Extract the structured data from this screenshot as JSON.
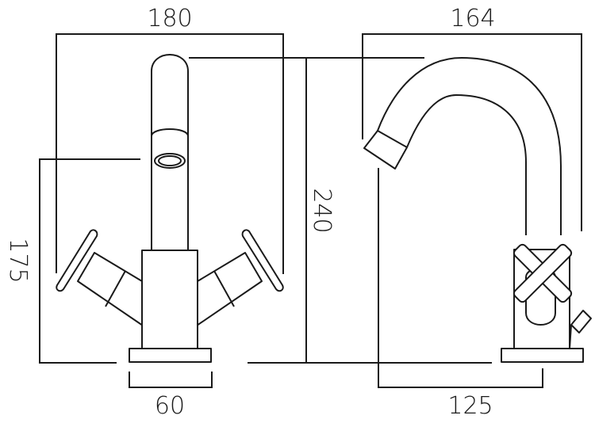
{
  "dimensions": {
    "front_width": "180",
    "side_width": "164",
    "height": "240",
    "spout_height": "175",
    "base_width": "60",
    "spout_reach": "125"
  }
}
